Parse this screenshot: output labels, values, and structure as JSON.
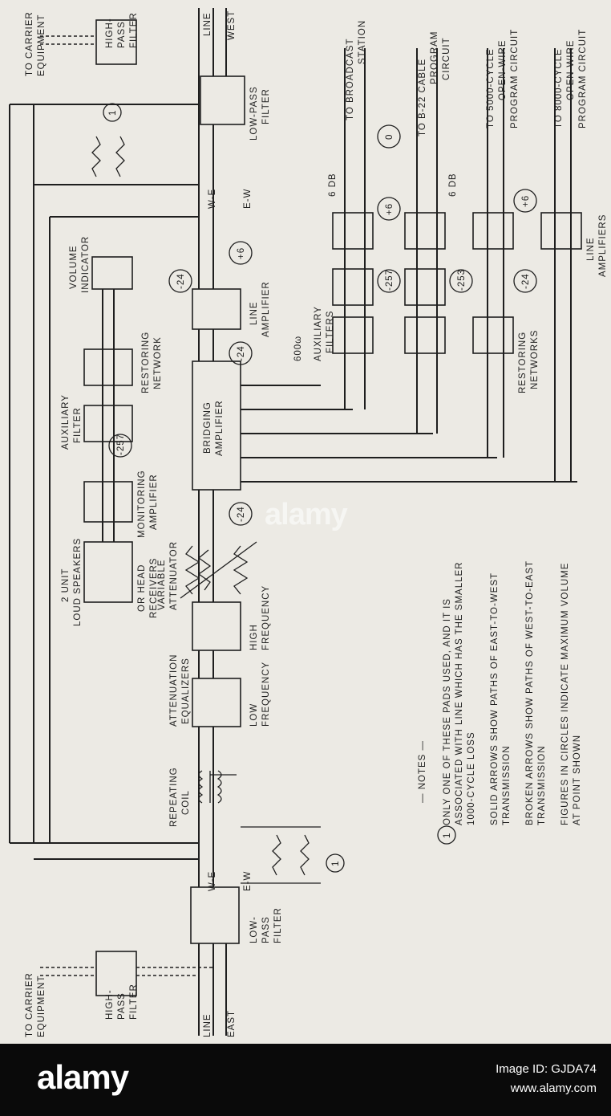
{
  "diagram": {
    "left_end": {
      "carrier": [
        "TO CARRIER",
        "EQUIPMENT"
      ],
      "high_pass": [
        "HIGH-",
        "PASS",
        "FILTER"
      ],
      "low_pass": [
        "LOW-",
        "PASS",
        "FILTER"
      ],
      "line": [
        "LINE",
        "EAST"
      ],
      "we": "W-E",
      "ew": "E-W",
      "pad_number": "1"
    },
    "right_end": {
      "carrier": [
        "TO CARRIER",
        "EQUIPMENT"
      ],
      "high_pass": [
        "HIGH-",
        "PASS",
        "FILTER"
      ],
      "low_pass": [
        "LOW-PASS",
        "FILTER"
      ],
      "line": [
        "LINE",
        "WEST"
      ],
      "we": "W-E",
      "ew": "E-W",
      "pad_number": "1"
    },
    "repeating_coil": [
      "REPEATING",
      "COIL"
    ],
    "equalizers": [
      "ATTENUATION",
      "EQUALIZERS"
    ],
    "low_frequency": [
      "LOW",
      "FREQUENCY"
    ],
    "high_frequency": [
      "HIGH",
      "FREQUENCY"
    ],
    "variable_attenuator": [
      "VARIABLE",
      "ATTENUATOR"
    ],
    "bridging_amplifier": [
      "BRIDGING",
      "AMPLIFIER"
    ],
    "line_amplifier": [
      "LINE",
      "AMPLIFIER"
    ],
    "monitoring_amplifier": [
      "MONITORING",
      "AMPLIFIER"
    ],
    "auxiliary_filter": [
      "AUXILIARY",
      "FILTER"
    ],
    "restoring_network": [
      "RESTORING",
      "NETWORK"
    ],
    "volume_indicator": [
      "VOLUME",
      "INDICATOR"
    ],
    "loud_speakers": [
      "2 UNIT",
      "LOUD SPEAKERS",
      "OR HEAD",
      "RECEIVERS"
    ],
    "auxiliary_filters": [
      "AUXILIARY",
      "FILTERS"
    ],
    "restoring_networks": [
      "RESTORING",
      "NETWORKS"
    ],
    "line_amplifiers": [
      "LINE",
      "AMPLIFIERS"
    ],
    "ohms_600": "600ω",
    "db_6": "6 DB",
    "outputs": {
      "broadcast": [
        "TO BROADCAST",
        "STATION"
      ],
      "b22": [
        "TO B-22 CABLE",
        "PROGRAM",
        "CIRCUIT"
      ],
      "c5000": [
        "TO 5000-CYCLE",
        "OPEN-WIRE",
        "PROGRAM CIRCUIT"
      ],
      "c8000": [
        "TO 8000-CYCLE",
        "OPEN-WIRE",
        "PROGRAM CIRCUIT"
      ]
    },
    "levels": {
      "m24_input": "-24",
      "m24_bridge": "-24",
      "m24_vi": "-24",
      "p6_line": "+6",
      "m257_mon": "-257",
      "m257_aux": "-257",
      "m253": "-253",
      "p6_out": "+6",
      "zero": "0",
      "p6_right": "+6",
      "m24_right": "-24"
    },
    "notes": {
      "heading": "— NOTES —",
      "note1": [
        "ONLY ONE OF THESE PADS USED, AND IT IS",
        "ASSOCIATED WITH LINE WHICH HAS THE SMALLER",
        "1000-CYCLE LOSS"
      ],
      "note1_marker": "1",
      "note2": [
        "SOLID ARROWS SHOW PATHS OF EAST-TO-WEST",
        "TRANSMISSION"
      ],
      "note3": [
        "BROKEN ARROWS SHOW PATHS OF WEST-TO-EAST",
        "TRANSMISSION"
      ],
      "note4": [
        "FIGURES IN CIRCLES INDICATE MAXIMUM VOLUME",
        "AT POINT SHOWN"
      ]
    }
  },
  "footer": {
    "brand": "alamy",
    "image_id": "Image ID: GJDA74",
    "url": "www.alamy.com",
    "watermark": "alamy"
  }
}
